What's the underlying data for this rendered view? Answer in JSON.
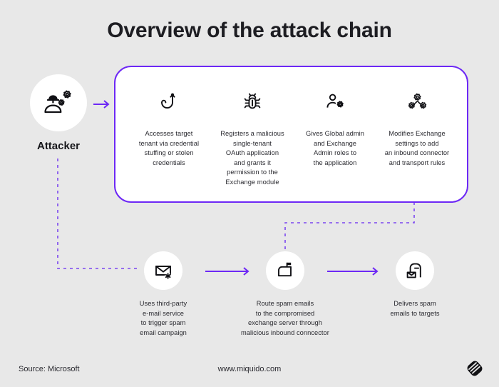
{
  "header": {
    "title": "Overview of the attack chain"
  },
  "theme": {
    "background": "#e8e8e8",
    "accent": "#6d28f5",
    "panel": "#ffffff",
    "text": "#1d1d22"
  },
  "attacker": {
    "label": "Attacker",
    "icon": "hacker-person-gears-icon"
  },
  "stages": [
    {
      "id": "stage-1",
      "icon": "fish-hook-icon",
      "caption": "Accesses target\ntenant via credential\nstuffing or stolen\ncredentials"
    },
    {
      "id": "stage-2",
      "icon": "bug-icon",
      "caption": "Registers a malicious\nsingle-tenant\nOAuth application\nand grants it\npermission to the\nExchange module"
    },
    {
      "id": "stage-3",
      "icon": "user-gear-icon",
      "caption": "Gives Global admin\nand Exchange\nAdmin roles to\nthe application"
    },
    {
      "id": "stage-4",
      "icon": "gears-network-icon",
      "caption": "Modifies Exchange\nsettings to add\nan inbound connector\nand transport rules"
    }
  ],
  "delivery": [
    {
      "id": "delivery-1",
      "icon": "envelope-asterisk-icon",
      "caption": "Uses third-party\ne-mail service\nto trigger spam\nemail campaign"
    },
    {
      "id": "delivery-2",
      "icon": "mailbox-flag-icon",
      "caption": "Route spam emails\nto the compromised\nexchange server through\nmalicious inbound conncector"
    },
    {
      "id": "delivery-3",
      "icon": "mailbox-delivery-icon",
      "caption": "Delivers spam\nemails to targets"
    }
  ],
  "footer": {
    "source": "Source: Microsoft",
    "url": "www.miquido.com",
    "logo": "miquido-logo-icon"
  }
}
